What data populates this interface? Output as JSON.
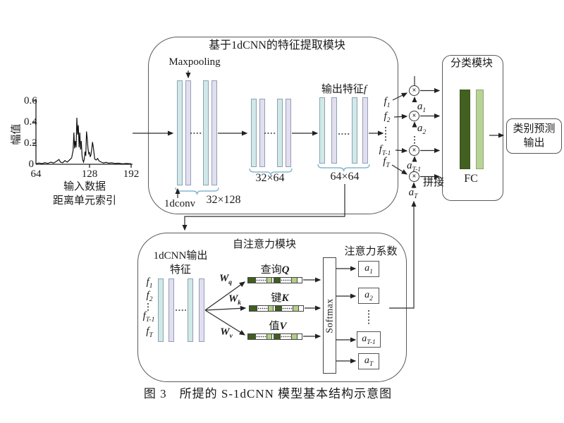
{
  "caption": "图 3　所提的 S-1dCNN 模型基本结构示意图",
  "chart_data": {
    "type": "line",
    "ylabel": "幅值",
    "xlabel": [
      "输入数据",
      "距离单元索引"
    ],
    "x_ticks": [
      "64",
      "128",
      "192"
    ],
    "y_ticks": [
      "0",
      "0.2",
      "0.4",
      "0.6"
    ],
    "xlim": [
      64,
      192
    ],
    "ylim": [
      0,
      0.6
    ],
    "grid": false,
    "points": [
      [
        64,
        0.005
      ],
      [
        68,
        0.012
      ],
      [
        72,
        0.006
      ],
      [
        76,
        0.015
      ],
      [
        80,
        0.008
      ],
      [
        84,
        0.02
      ],
      [
        88,
        0.012
      ],
      [
        92,
        0.03
      ],
      [
        95,
        0.045
      ],
      [
        97,
        0.02
      ],
      [
        100,
        0.015
      ],
      [
        103,
        0.035
      ],
      [
        106,
        0.02
      ],
      [
        109,
        0.04
      ],
      [
        112,
        0.06
      ],
      [
        114,
        0.13
      ],
      [
        115,
        0.3
      ],
      [
        116,
        0.15
      ],
      [
        117,
        0.22
      ],
      [
        118,
        0.16
      ],
      [
        119,
        0.44
      ],
      [
        120,
        0.28
      ],
      [
        121,
        0.37
      ],
      [
        122,
        0.16
      ],
      [
        123,
        0.3
      ],
      [
        124,
        0.14
      ],
      [
        125,
        0.22
      ],
      [
        126,
        0.08
      ],
      [
        127,
        0.04
      ],
      [
        128,
        0.02
      ],
      [
        129,
        0.05
      ],
      [
        130,
        0.12
      ],
      [
        131,
        0.08
      ],
      [
        132,
        0.31
      ],
      [
        133,
        0.24
      ],
      [
        134,
        0.15
      ],
      [
        135,
        0.1
      ],
      [
        136,
        0.11
      ],
      [
        137,
        0.07
      ],
      [
        138,
        0.09
      ],
      [
        139,
        0.14
      ],
      [
        140,
        0.21
      ],
      [
        141,
        0.17
      ],
      [
        142,
        0.11
      ],
      [
        143,
        0.05
      ],
      [
        145,
        0.04
      ],
      [
        147,
        0.055
      ],
      [
        149,
        0.03
      ],
      [
        152,
        0.02
      ],
      [
        155,
        0.012
      ],
      [
        158,
        0.018
      ],
      [
        162,
        0.01
      ],
      [
        166,
        0.014
      ],
      [
        170,
        0.007
      ],
      [
        175,
        0.01
      ],
      [
        180,
        0.005
      ],
      [
        186,
        0.008
      ],
      [
        192,
        0.004
      ]
    ]
  },
  "cnn_module": {
    "title": "基于1dCNN的特征提取模块",
    "maxpooling": "Maxpooling",
    "conv": "1dconv",
    "size1": "32×128",
    "size2": "32×64",
    "size3": "64×64",
    "output_feature": "输出特征",
    "output_feature_sym": "f"
  },
  "math": {
    "f": "f",
    "a": "a",
    "W": "W",
    "sub1": "1",
    "sub2": "2",
    "subTm1": "T-1",
    "subT": "T",
    "subq": "q",
    "subk": "k",
    "subv": "v",
    "multiply": "×"
  },
  "concat": "拼接",
  "classify": {
    "title": "分类模块",
    "fc": "FC"
  },
  "output_box": {
    "line1": "类别预测",
    "line2": "输出"
  },
  "attention": {
    "title": "自注意力模块",
    "input_line1": "1dCNN输出",
    "input_line2": "特征",
    "query": "查询",
    "query_sym": "Q",
    "key": "键",
    "key_sym": "K",
    "value": "值",
    "value_sym": "V",
    "softmax": "Softmax",
    "coeff_title": "注意力系数"
  },
  "colors": {
    "bar_cyan": "#cfe9e7",
    "bar_lavender": "#e2def0",
    "bar_border": "#90a0b4",
    "fc_dark_green": "#42601f",
    "fc_light_green": "#b7d395",
    "qkv_dark": "#3f5e20",
    "qkv_light": "#b2cf86",
    "brace_blue": "#85b7d3",
    "line": "#333333"
  }
}
